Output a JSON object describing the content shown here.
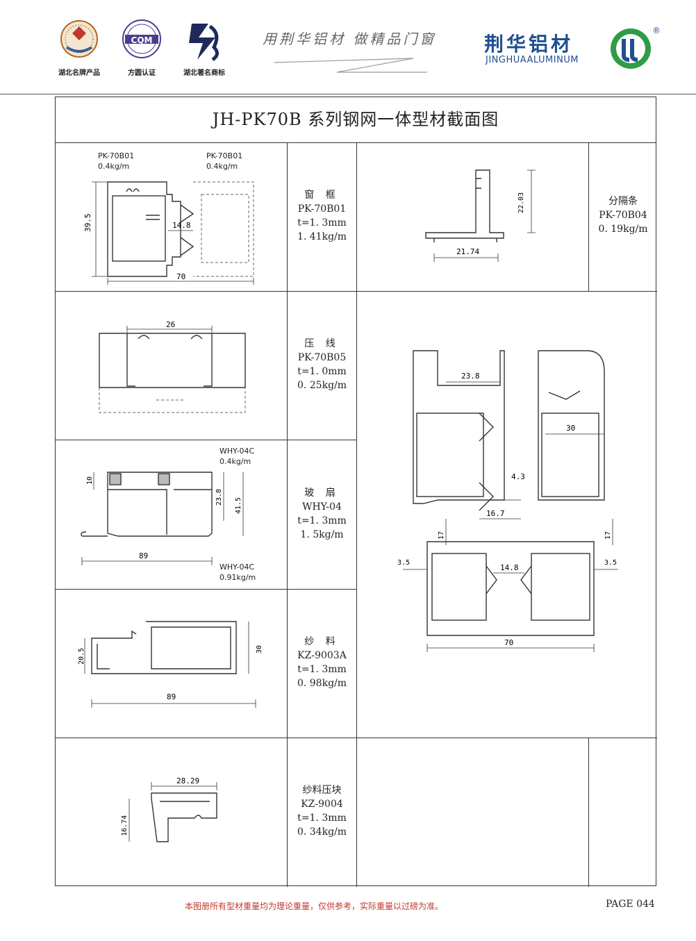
{
  "header": {
    "badges": [
      "湖北名牌产品",
      "方圆认证",
      "湖北著名商标"
    ],
    "cqm_text": "CQM",
    "slogan": "用荆华铝材  做精品门窗",
    "brand_cn": "荆华铝材",
    "brand_en": "JINGHUAALUMINUM",
    "reg_mark": "®"
  },
  "title": "JH-PK70B 系列钢网一体型材截面图",
  "profiles": [
    {
      "name": "窗 框",
      "code": "PK-70B01",
      "thickness": "t=1. 3mm",
      "weight": "1. 41kg/m"
    },
    {
      "name": "压 线",
      "code": "PK-70B05",
      "thickness": "t=1. 0mm",
      "weight": "0. 25kg/m"
    },
    {
      "name": "玻 扇",
      "code": "WHY-04",
      "thickness": "t=1. 3mm",
      "weight": "1. 5kg/m"
    },
    {
      "name": "纱 料",
      "code": "KZ-9003A",
      "thickness": "t=1. 3mm",
      "weight": "0. 98kg/m"
    },
    {
      "name": "纱料压块",
      "code": "KZ-9004",
      "thickness": "t=1. 3mm",
      "weight": "0. 34kg/m"
    },
    {
      "name": "分隔条",
      "code": "PK-70B04",
      "thickness": "",
      "weight": "0. 19kg/m"
    }
  ],
  "labels": {
    "r1_left_code": "PK-70B01",
    "r1_left_w": "0.4kg/m",
    "r1_right_code": "PK-70B01",
    "r1_right_w": "0.4kg/m",
    "r3_top_code": "WHY-04C",
    "r3_top_w": "0.4kg/m",
    "r3_bot_code": "WHY-04C",
    "r3_bot_w": "0.91kg/m"
  },
  "dims": {
    "r1": [
      "39.5",
      "14.8",
      "70"
    ],
    "r2": [
      "26"
    ],
    "r3": [
      "10",
      "23.8",
      "41.5",
      "89"
    ],
    "r4": [
      "20.5",
      "30",
      "89"
    ],
    "r5": [
      "28.29",
      "16.74"
    ],
    "sep": [
      "22.03",
      "21.74"
    ],
    "asm": [
      "23.8",
      "30",
      "4.3",
      "16.7",
      "17",
      "17",
      "3.5",
      "3.5",
      "14.8",
      "70"
    ]
  },
  "footer": {
    "note": "本图册所有型材重量均为理论重量，仅供参考，实际重量以过磅为准。",
    "page": "PAGE 044"
  }
}
